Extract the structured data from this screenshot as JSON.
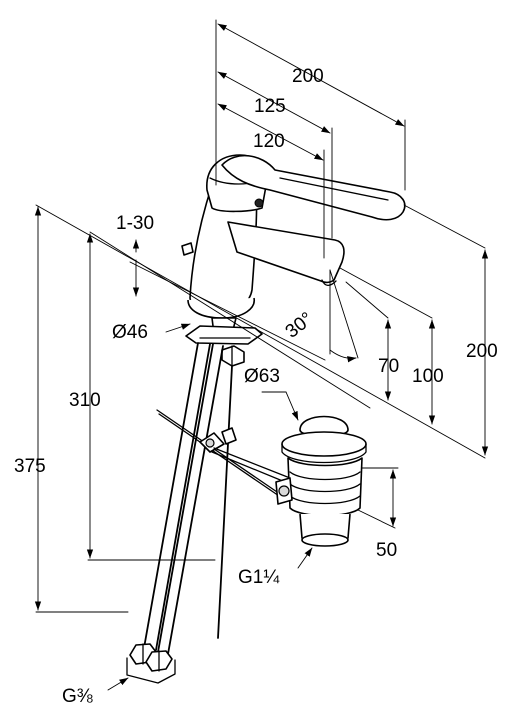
{
  "dimensions": {
    "width_200": "200",
    "width_125": "125",
    "width_120": "120",
    "range_1_30": "1-30",
    "angle_30": "30°",
    "height_70": "70",
    "height_100": "100",
    "height_200": "200",
    "dia_46": "Ø46",
    "dia_63": "Ø63",
    "height_310": "310",
    "height_375": "375",
    "height_50": "50",
    "thread_g114_main": "G1",
    "thread_g114_frac": "¼",
    "thread_g38_main": "G",
    "thread_g38_frac": "⅜"
  }
}
